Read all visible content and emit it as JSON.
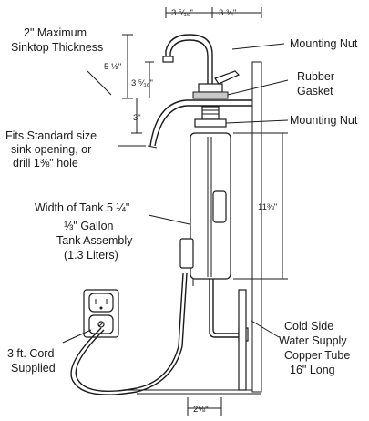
{
  "labels": {
    "spout_width": "3 ⁵⁄₁₆\"",
    "handle_offset": "3 ¾\"",
    "max_sinktop_line1": "2\" Maximum",
    "max_sinktop_line2": "Sinktop Thickness",
    "mounting_nut_top": "Mounting Nut",
    "rubber_gasket_line1": "Rubber",
    "rubber_gasket_line2": "Gasket",
    "height_outer": "5 ½\"",
    "height_inner": "3 ⁵⁄₁₆\"",
    "shank_length": "3\"",
    "mounting_nut_lower": "Mounting Nut",
    "sink_opening_line1": "Fits Standard size",
    "sink_opening_line2": "sink opening, or",
    "sink_opening_line3": "drill 1⅜\" hole",
    "tank_height": "11⅜\"",
    "tank_width": "Width of Tank 5 ¼\"",
    "tank_capacity_line1": "⅓\" Gallon",
    "tank_capacity_line2": "Tank Assembly",
    "tank_capacity_line3": "(1.3 Liters)",
    "cord_line1": "3 ft. Cord",
    "cord_line2": "Supplied",
    "water_line1": "Cold Side",
    "water_line2": "Water Supply",
    "water_line3": "Copper Tube",
    "water_line4": "16\" Long",
    "bottom_offset": "2⅝\""
  }
}
